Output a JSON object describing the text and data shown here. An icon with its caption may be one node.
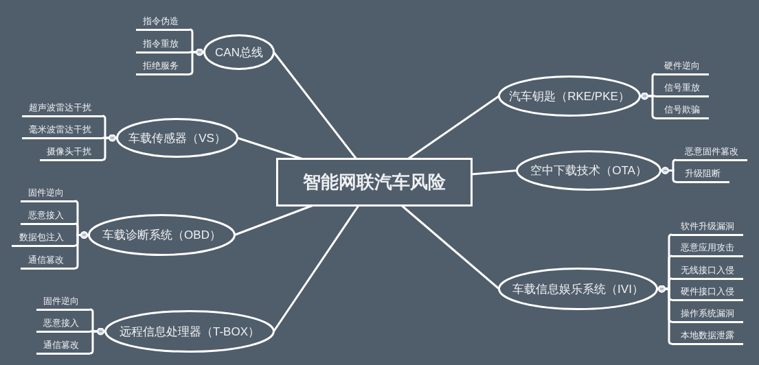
{
  "diagram": {
    "nodes": [
      {
        "text": [
          "智能网联汽车风险"
        ]
      },
      {
        "text": [
          "CAN总线"
        ]
      },
      {
        "text": [
          "指令伪造"
        ]
      },
      {
        "text": [
          "指令重放"
        ]
      },
      {
        "text": [
          "拒绝服务"
        ]
      },
      {
        "text": [
          "车载传感器（VS）"
        ]
      },
      {
        "text": [
          "超声波雷达干扰"
        ]
      },
      {
        "text": [
          "毫米波雷达干扰"
        ]
      },
      {
        "text": [
          "摄像头干扰"
        ]
      },
      {
        "text": [
          "车载诊断系统（OBD）"
        ]
      },
      {
        "text": [
          "固件逆向"
        ]
      },
      {
        "text": [
          "恶意接入"
        ]
      },
      {
        "text": [
          "数据包注入"
        ]
      },
      {
        "text": [
          "通信篡改"
        ]
      },
      {
        "text": [
          "远程信息处理器（T-BOX）"
        ]
      },
      {
        "text": [
          "固件逆向"
        ]
      },
      {
        "text": [
          "恶意接入"
        ]
      },
      {
        "text": [
          "通信篡改"
        ]
      },
      {
        "text": [
          "汽车钥匙（RKE/PKE）"
        ]
      },
      {
        "text": [
          "硬件逆向"
        ]
      },
      {
        "text": [
          "信号重放"
        ]
      },
      {
        "text": [
          "信号欺骗"
        ]
      },
      {
        "text": [
          "空中下载技术（OTA）"
        ]
      },
      {
        "text": [
          "恶意固件篡改"
        ]
      },
      {
        "text": [
          "升级阻断"
        ]
      },
      {
        "text": [
          "车载信息娱乐系统（IVI）"
        ]
      },
      {
        "text": [
          "软件升级漏洞"
        ]
      },
      {
        "text": [
          "恶意应用攻击"
        ]
      },
      {
        "text": [
          "无线接口入侵"
        ]
      },
      {
        "text": [
          "硬件接口入侵"
        ]
      },
      {
        "text": [
          "操作系统漏洞"
        ]
      },
      {
        "text": [
          "本地数据泄露"
        ]
      }
    ],
    "edges": [
      {
        "from": 0,
        "to": 1,
        "arrow": "none"
      },
      {
        "from": 0,
        "to": 5,
        "arrow": "none"
      },
      {
        "from": 0,
        "to": 9,
        "arrow": "none"
      },
      {
        "from": 0,
        "to": 14,
        "arrow": "none"
      },
      {
        "from": 0,
        "to": 18,
        "arrow": "none"
      },
      {
        "from": 0,
        "to": 22,
        "arrow": "none"
      },
      {
        "from": 0,
        "to": 25,
        "arrow": "none"
      },
      {
        "from": 1,
        "to": 2,
        "arrow": "other"
      },
      {
        "from": 1,
        "to": 3,
        "arrow": "other"
      },
      {
        "from": 1,
        "to": 4,
        "arrow": "other"
      },
      {
        "from": 5,
        "to": 6,
        "arrow": "other"
      },
      {
        "from": 5,
        "to": 7,
        "arrow": "other"
      },
      {
        "from": 5,
        "to": 8,
        "arrow": "other"
      },
      {
        "from": 9,
        "to": 10,
        "arrow": "other"
      },
      {
        "from": 9,
        "to": 11,
        "arrow": "other"
      },
      {
        "from": 9,
        "to": 12,
        "arrow": "other"
      },
      {
        "from": 9,
        "to": 13,
        "arrow": "other"
      },
      {
        "from": 14,
        "to": 15,
        "arrow": "other"
      },
      {
        "from": 14,
        "to": 16,
        "arrow": "other"
      },
      {
        "from": 14,
        "to": 17,
        "arrow": "other"
      },
      {
        "from": 18,
        "to": 19,
        "arrow": "other"
      },
      {
        "from": 18,
        "to": 20,
        "arrow": "other"
      },
      {
        "from": 18,
        "to": 21,
        "arrow": "other"
      },
      {
        "from": 22,
        "to": 23,
        "arrow": "other"
      },
      {
        "from": 22,
        "to": 24,
        "arrow": "other"
      },
      {
        "from": 25,
        "to": 26,
        "arrow": "other"
      },
      {
        "from": 25,
        "to": 27,
        "arrow": "other"
      },
      {
        "from": 25,
        "to": 28,
        "arrow": "other"
      },
      {
        "from": 25,
        "to": 29,
        "arrow": "other"
      },
      {
        "from": 25,
        "to": 30,
        "arrow": "other"
      },
      {
        "from": 25,
        "to": 31,
        "arrow": "other"
      }
    ]
  }
}
